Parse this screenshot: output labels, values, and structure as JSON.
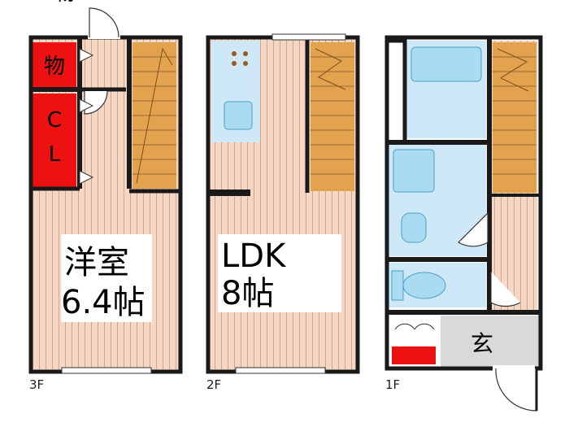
{
  "colors": {
    "wall": "#1a1a1a",
    "floor_wood": "#f5d7c4",
    "floor_line": "#c9a896",
    "stairs": "#e3a24e",
    "stairs_line": "#9a6b2e",
    "storage_red": "#ee1111",
    "water_blue": "#cfe8f7",
    "fixture_blue": "#a9dcf0",
    "genkan_gray": "#d9d9d9",
    "label_bg": "#ffffff"
  },
  "floors": {
    "f3": {
      "floor_label": "3F",
      "storage_label": "物",
      "closet_label_1": "C",
      "closet_label_2": "L",
      "room_name": "洋室",
      "room_size": "6.4帖"
    },
    "f2": {
      "floor_label": "2F",
      "room_name": "LDK",
      "room_size": "8帖"
    },
    "f1": {
      "floor_label": "1F",
      "entrance_label": "玄"
    }
  }
}
